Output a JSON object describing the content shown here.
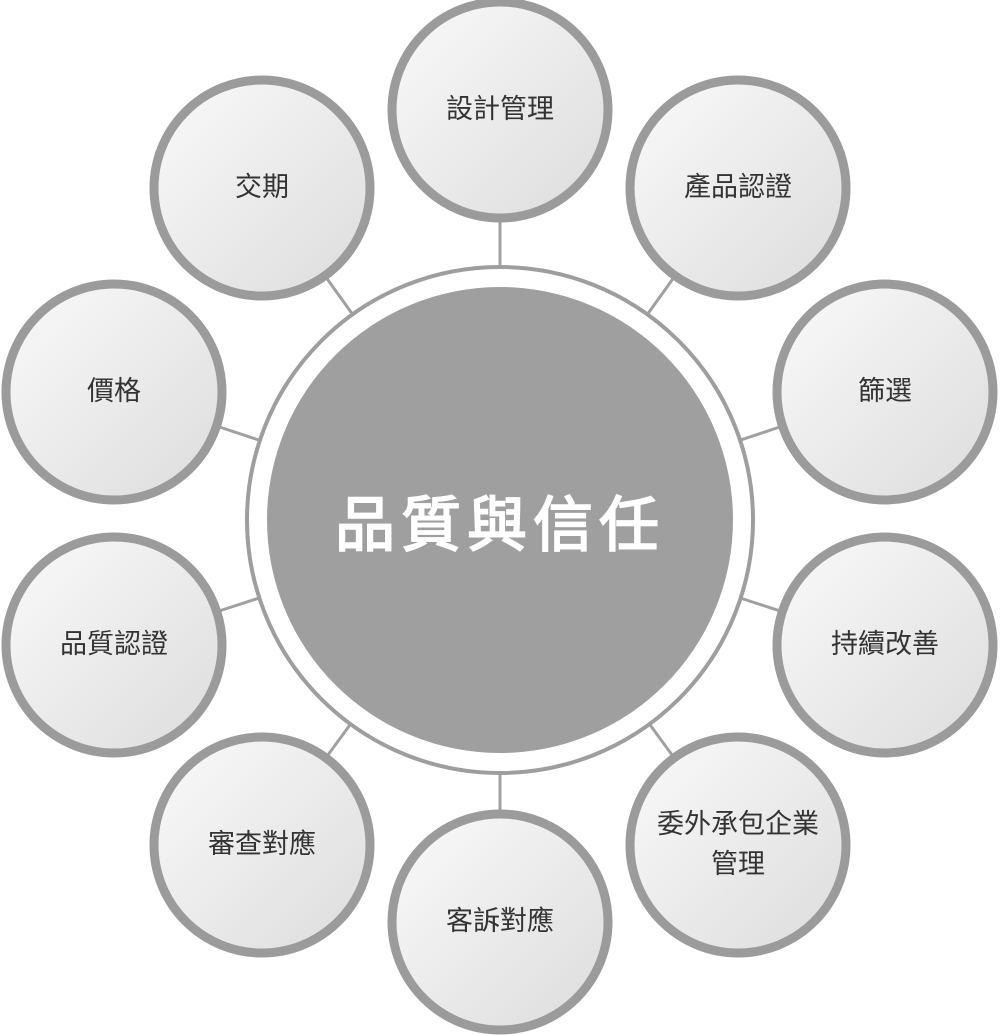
{
  "center": {
    "label": "品質與信任"
  },
  "nodes": [
    {
      "id": "design-management",
      "lines": [
        "設計管理"
      ]
    },
    {
      "id": "product-certification",
      "lines": [
        "產品認證"
      ]
    },
    {
      "id": "screening",
      "lines": [
        "篩選"
      ]
    },
    {
      "id": "continuous-improvement",
      "lines": [
        "持續改善"
      ]
    },
    {
      "id": "subcontractor-management",
      "lines": [
        "委外承包企業",
        "管理"
      ]
    },
    {
      "id": "complaint-response",
      "lines": [
        "客訴對應"
      ]
    },
    {
      "id": "audit-response",
      "lines": [
        "審查對應"
      ]
    },
    {
      "id": "quality-certification",
      "lines": [
        "品質認證"
      ]
    },
    {
      "id": "price",
      "lines": [
        "價格"
      ]
    },
    {
      "id": "delivery",
      "lines": [
        "交期"
      ]
    }
  ]
}
